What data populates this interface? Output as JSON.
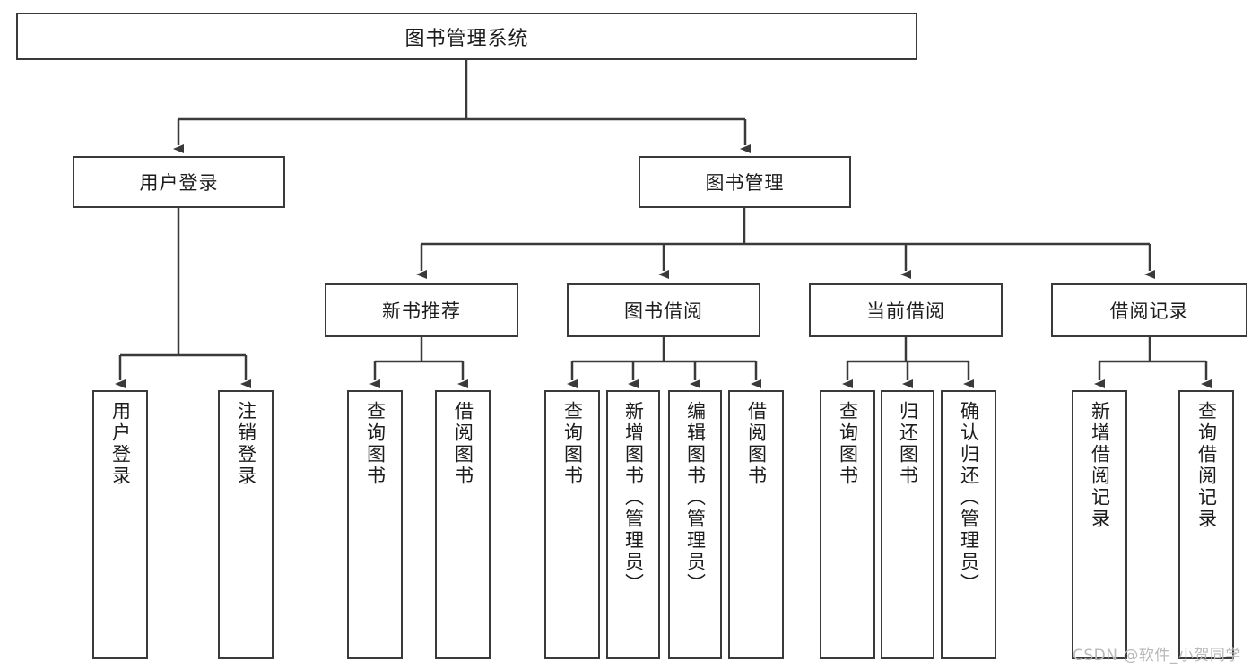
{
  "diagram": {
    "title": "图书管理系统",
    "type": "tree-hierarchy",
    "watermark": "CSDN @软件_小贺同学",
    "colors": {
      "border": "#3a3a3a",
      "background": "#ffffff",
      "text": "#1c1c1c",
      "edge": "#3a3a3a",
      "watermark": "#b9b9b9"
    },
    "nodes": {
      "root": {
        "label": "图书管理系统",
        "level": 1
      },
      "level2": [
        {
          "id": "user-login",
          "label": "用户登录"
        },
        {
          "id": "book-manage",
          "label": "图书管理"
        }
      ],
      "level3": [
        {
          "id": "new-book-recommend",
          "label": "新书推荐"
        },
        {
          "id": "book-borrow",
          "label": "图书借阅"
        },
        {
          "id": "current-borrow",
          "label": "当前借阅"
        },
        {
          "id": "borrow-record",
          "label": "借阅记录"
        }
      ],
      "leaves": {
        "user-login": [
          {
            "id": "leaf-user-login",
            "label": "用户登录"
          },
          {
            "id": "leaf-user-logout",
            "label": "注销登录"
          }
        ],
        "new-book-recommend": [
          {
            "id": "leaf-query-book-1",
            "label": "查询图书"
          },
          {
            "id": "leaf-borrow-book-1",
            "label": "借阅图书"
          }
        ],
        "book-borrow": [
          {
            "id": "leaf-query-book-2",
            "label": "查询图书"
          },
          {
            "id": "leaf-add-book",
            "label": "新增图书（管理员）"
          },
          {
            "id": "leaf-edit-book",
            "label": "编辑图书（管理员）"
          },
          {
            "id": "leaf-borrow-book-2",
            "label": "借阅图书"
          }
        ],
        "current-borrow": [
          {
            "id": "leaf-query-book-3",
            "label": "查询图书"
          },
          {
            "id": "leaf-return-book",
            "label": "归还图书"
          },
          {
            "id": "leaf-confirm-return",
            "label": "确认归还（管理员）"
          }
        ],
        "borrow-record": [
          {
            "id": "leaf-add-record",
            "label": "新增借阅记录"
          },
          {
            "id": "leaf-query-record",
            "label": "查询借阅记录"
          }
        ]
      }
    }
  }
}
